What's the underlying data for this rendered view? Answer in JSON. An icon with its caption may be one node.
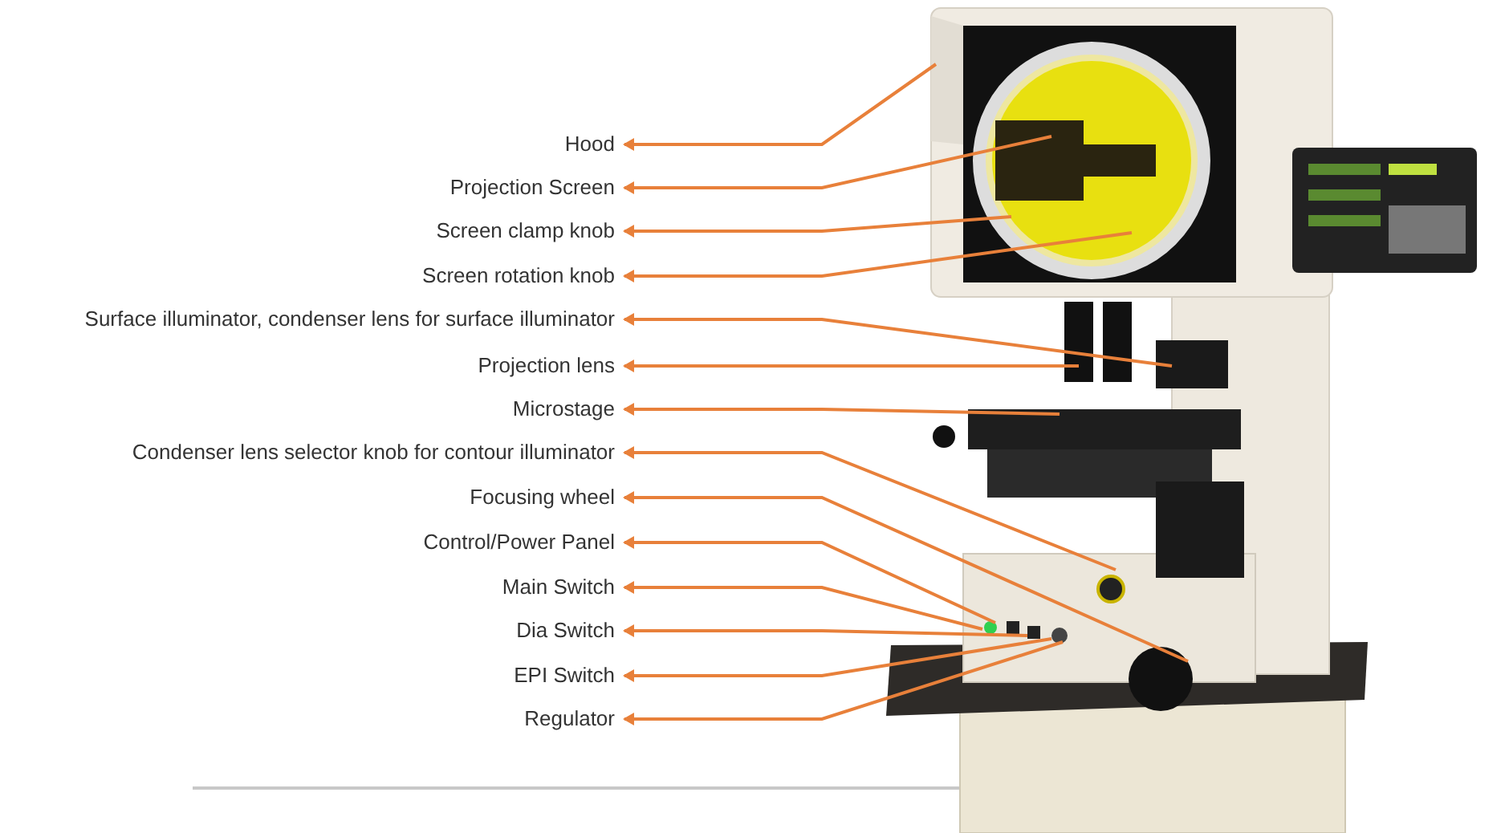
{
  "diagram": {
    "nodes": [
      {
        "text": [
          "Hood"
        ]
      },
      {
        "text": [
          "Projection Screen"
        ]
      },
      {
        "text": [
          "Screen clamp knob"
        ]
      },
      {
        "text": [
          "Screen rotation knob"
        ]
      },
      {
        "text": [
          "Surface illuminator, condenser lens for surface illuminator"
        ]
      },
      {
        "text": [
          "Projection lens"
        ]
      },
      {
        "text": [
          "Microstage"
        ]
      },
      {
        "text": [
          "Condenser lens selector knob for contour illuminator"
        ]
      },
      {
        "text": [
          "Focusing wheel"
        ]
      },
      {
        "text": [
          "Control/Power Panel"
        ]
      },
      {
        "text": [
          "Main Switch"
        ]
      },
      {
        "text": [
          "Dia Switch"
        ]
      },
      {
        "text": [
          "EPI Switch"
        ]
      },
      {
        "text": [
          "Regulator"
        ]
      }
    ],
    "edges": [
      {
        "from": null,
        "to": 0,
        "arrow": "to"
      },
      {
        "from": null,
        "to": 1,
        "arrow": "to"
      },
      {
        "from": null,
        "to": 2,
        "arrow": "to"
      },
      {
        "from": null,
        "to": 3,
        "arrow": "to"
      },
      {
        "from": null,
        "to": 4,
        "arrow": "to"
      },
      {
        "from": null,
        "to": 5,
        "arrow": "to"
      },
      {
        "from": null,
        "to": 6,
        "arrow": "to"
      },
      {
        "from": null,
        "to": 7,
        "arrow": "to"
      },
      {
        "from": null,
        "to": 8,
        "arrow": "to"
      },
      {
        "from": null,
        "to": 9,
        "arrow": "to"
      },
      {
        "from": null,
        "to": 10,
        "arrow": "to"
      },
      {
        "from": null,
        "to": 11,
        "arrow": "to"
      },
      {
        "from": null,
        "to": 12,
        "arrow": "to"
      },
      {
        "from": null,
        "to": 13,
        "arrow": "to"
      }
    ]
  }
}
